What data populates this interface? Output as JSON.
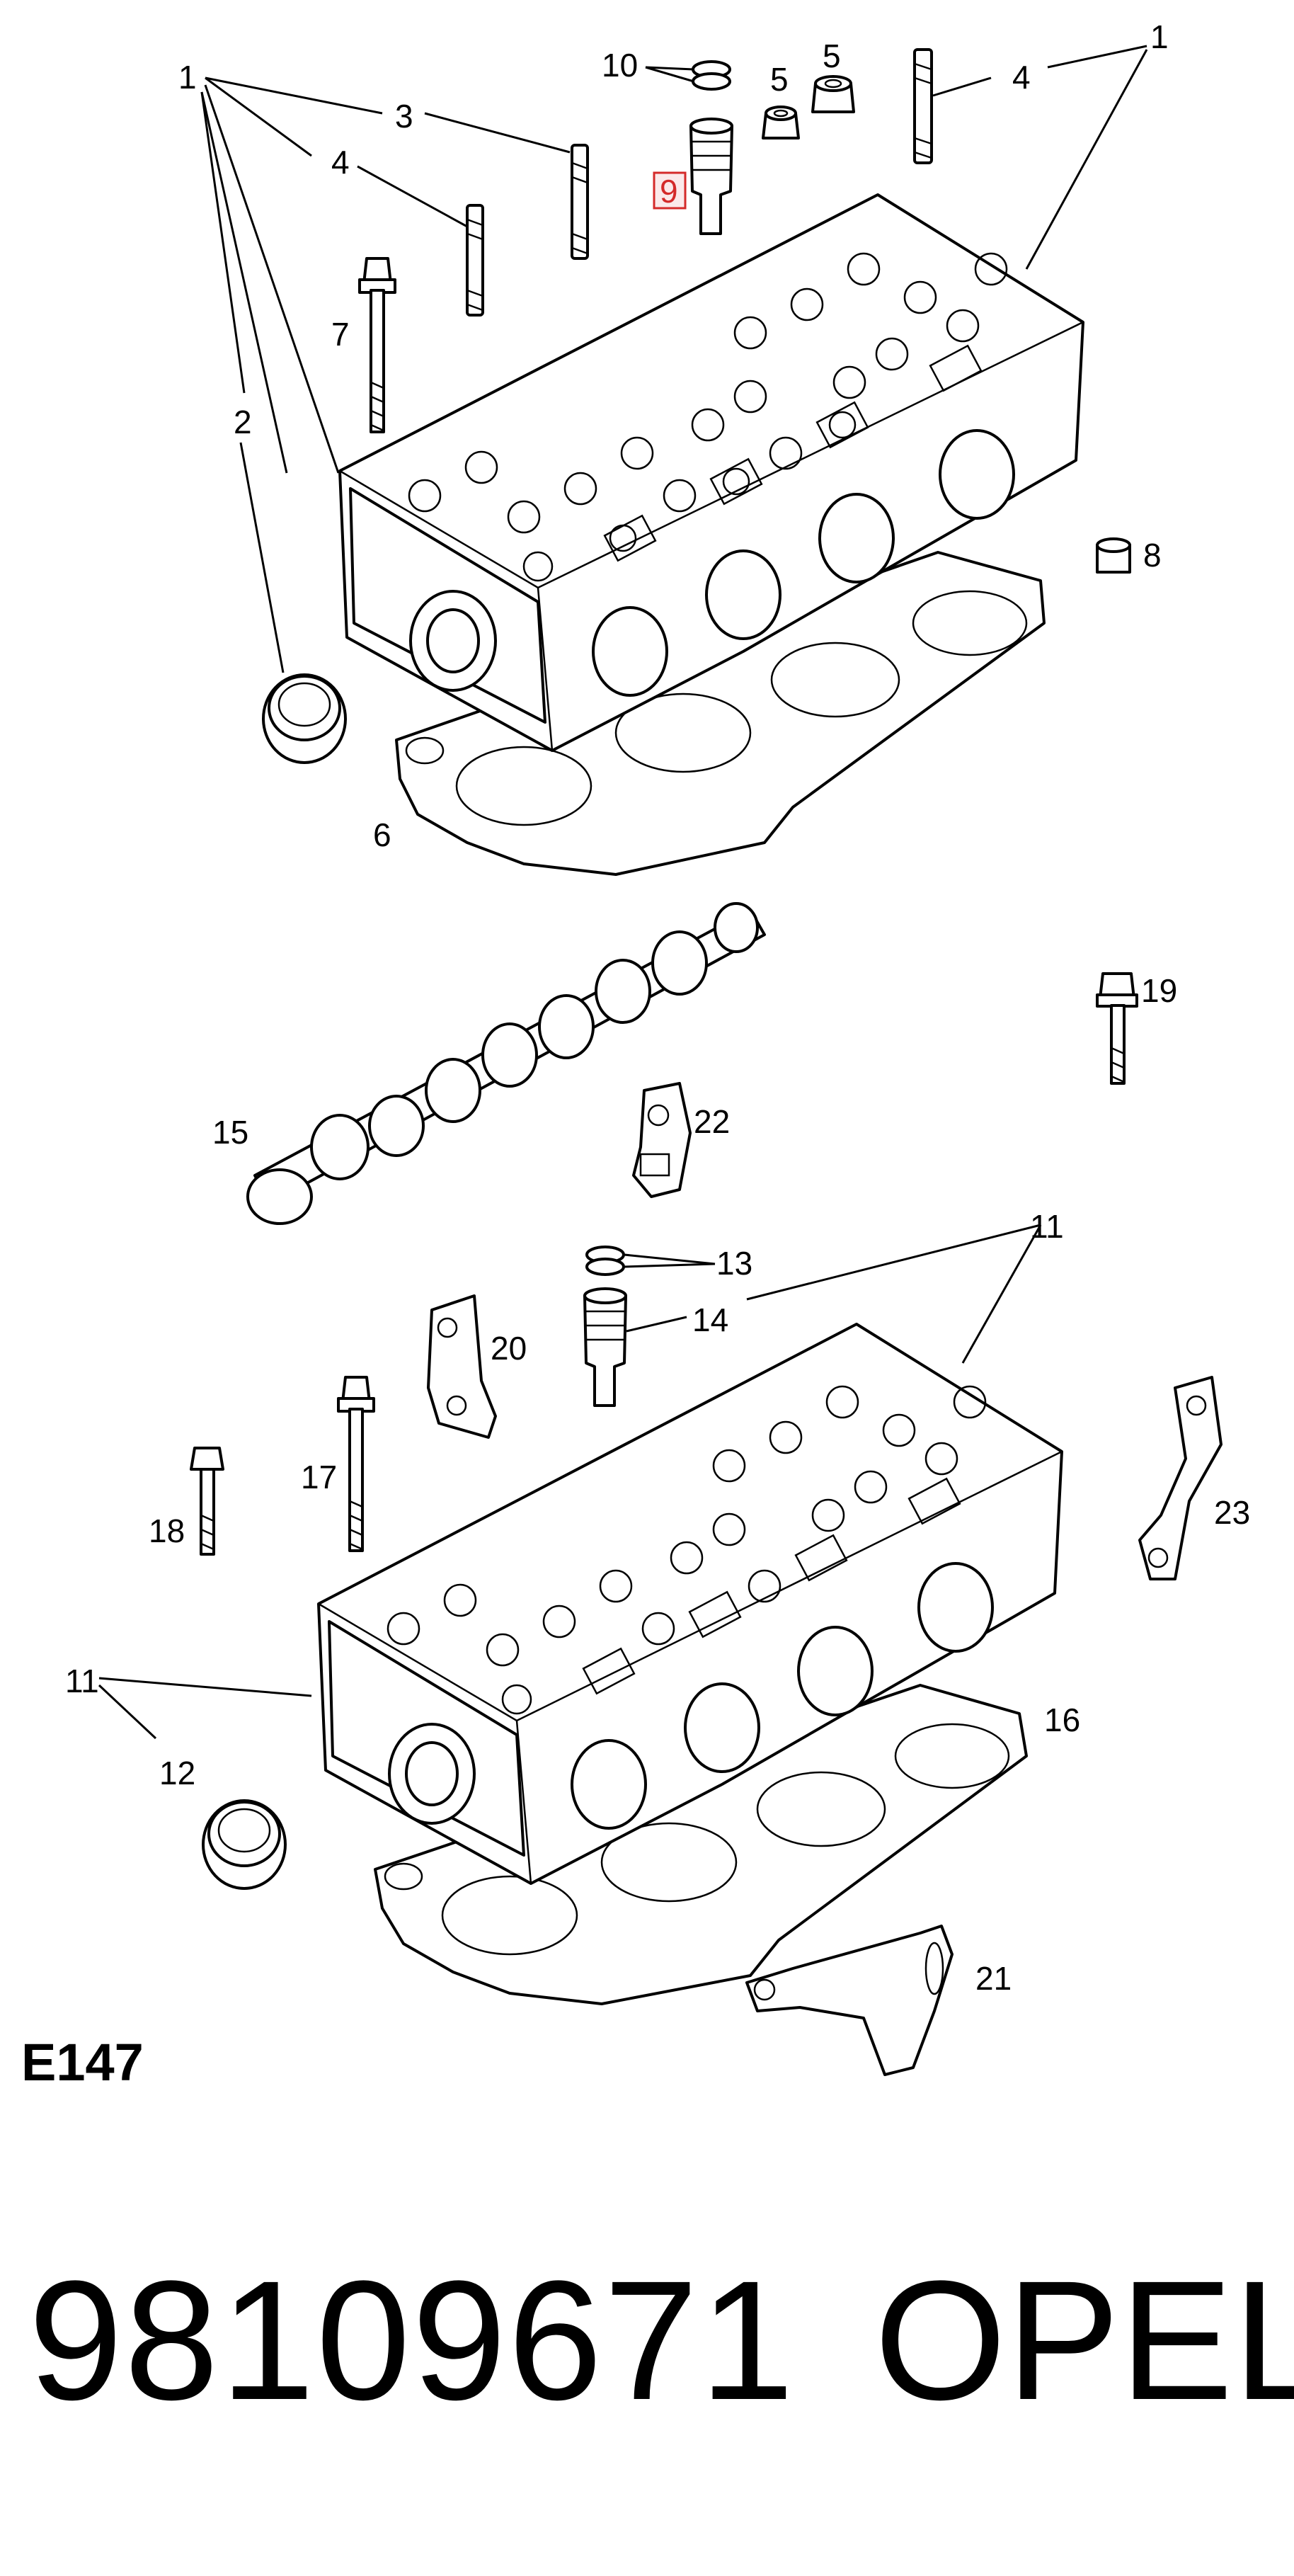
{
  "diagram": {
    "code": "E147",
    "highlighted_callout": "9",
    "colors": {
      "line": "#000000",
      "highlight": "#d42a2a",
      "background": "#ffffff"
    },
    "callouts": {
      "c1a": "1",
      "c1b": "1",
      "c3": "3",
      "c4a": "4",
      "c4b": "4",
      "c10": "10",
      "c5a": "5",
      "c5b": "5",
      "c9": "9",
      "c7": "7",
      "c2": "2",
      "c8": "8",
      "c6": "6",
      "c19": "19",
      "c15": "15",
      "c22": "22",
      "c13": "13",
      "c11a": "11",
      "c14": "14",
      "c20": "20",
      "c17": "17",
      "c18": "18",
      "c23": "23",
      "c11b": "11",
      "c16": "16",
      "c12": "12",
      "c21": "21"
    }
  },
  "part_number": "98109671",
  "brand": "OPEL"
}
